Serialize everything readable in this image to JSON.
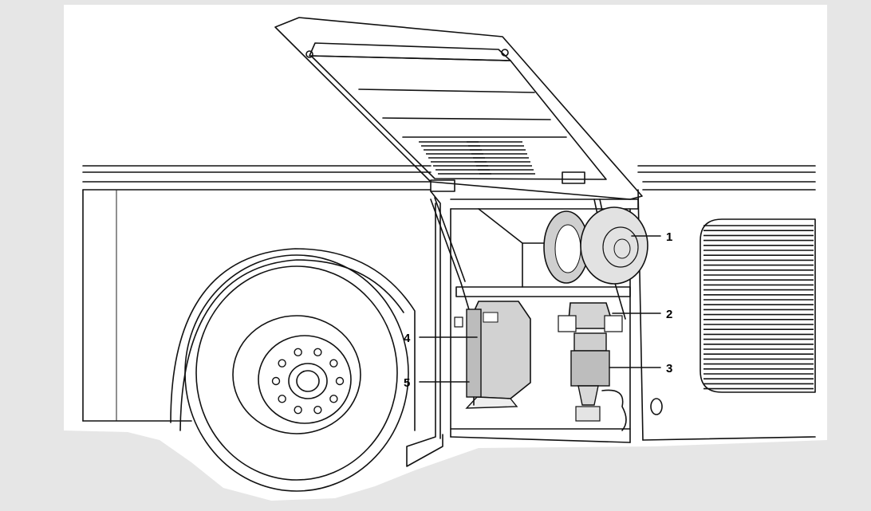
{
  "diagram": {
    "callouts": [
      {
        "id": "1",
        "label": "1"
      },
      {
        "id": "2",
        "label": "2"
      },
      {
        "id": "3",
        "label": "3"
      },
      {
        "id": "4",
        "label": "4"
      },
      {
        "id": "5",
        "label": "5"
      }
    ]
  },
  "colors": {
    "background": "#e6e6e6",
    "paper": "#ffffff",
    "ink": "#111111",
    "part_shade": "#d2d2d2"
  }
}
